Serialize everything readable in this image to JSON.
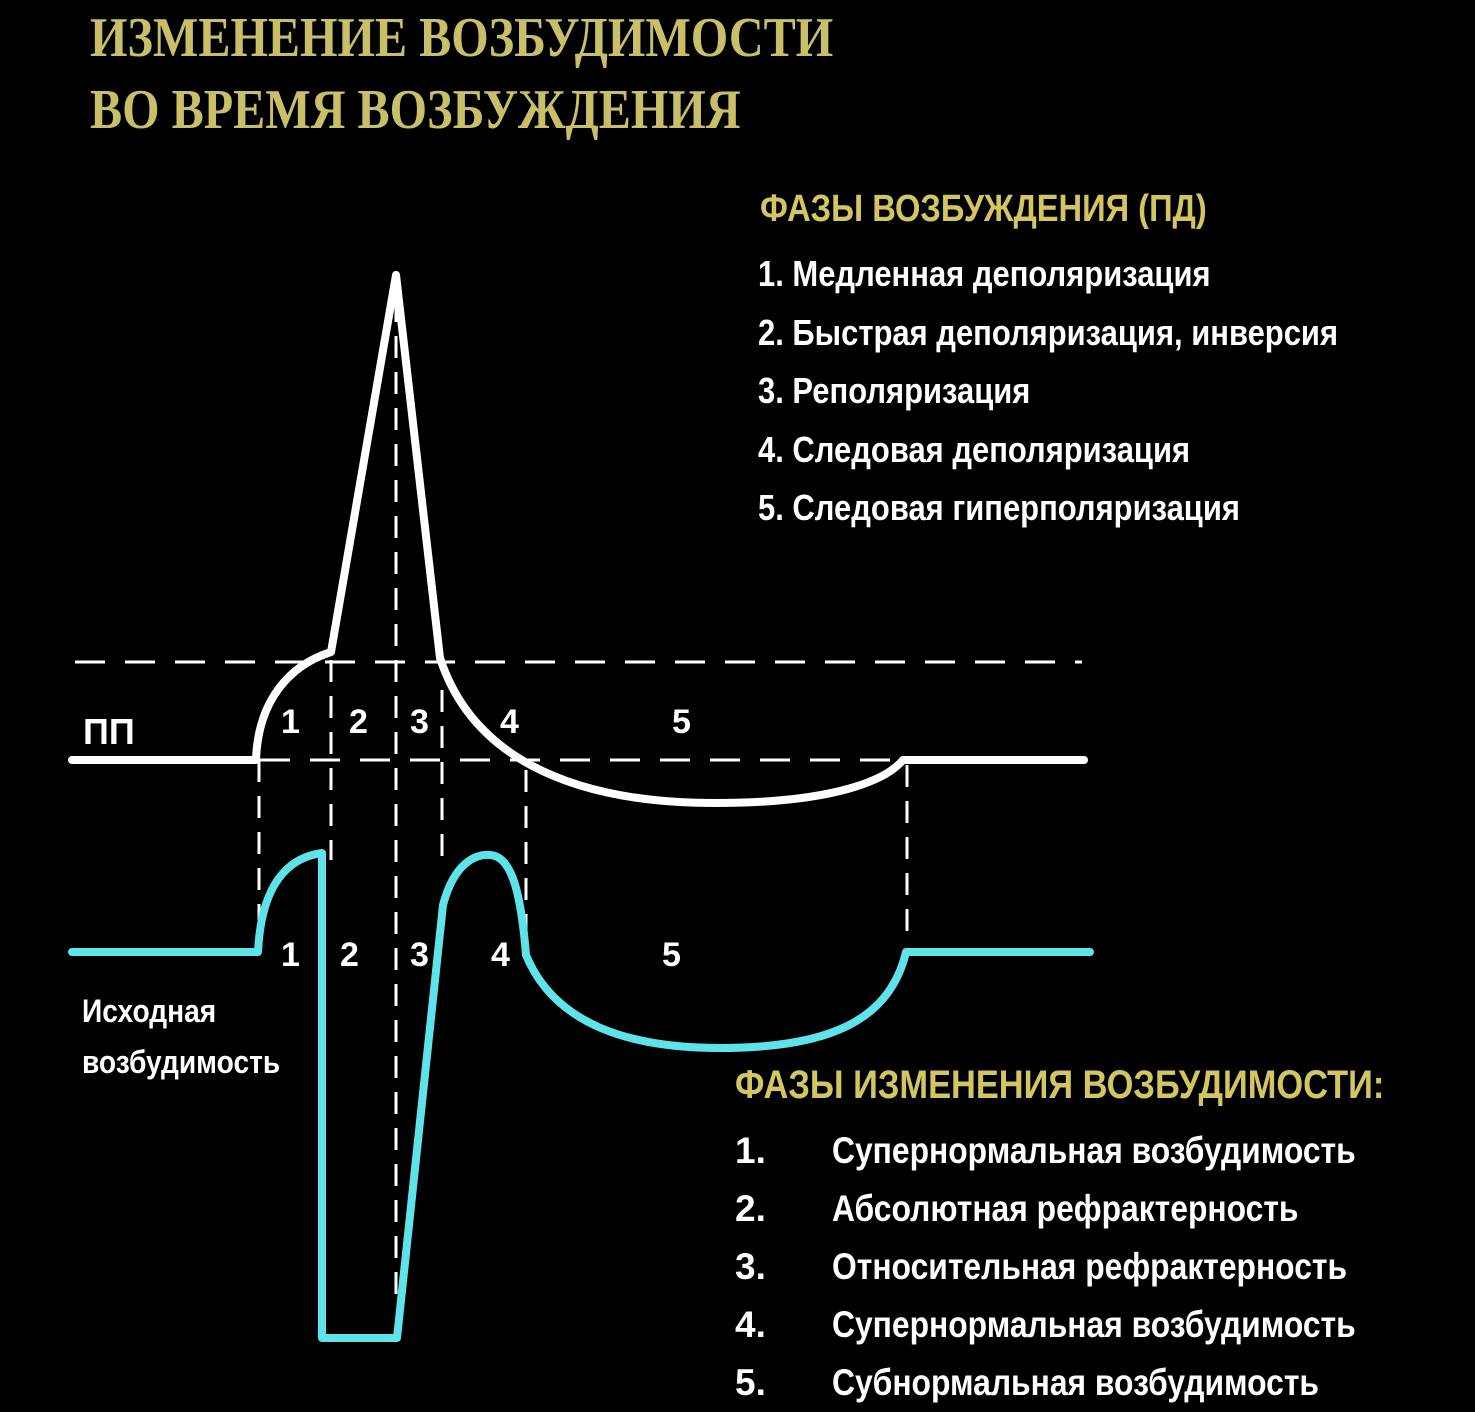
{
  "title": {
    "line1": "ИЗМЕНЕНИЕ ВОЗБУДИМОСТИ",
    "line2": "ВО ВРЕМЯ ВОЗБУЖДЕНИЯ"
  },
  "ap_phases": {
    "heading": "ФАЗЫ ВОЗБУЖДЕНИЯ (ПД)",
    "items": [
      "1. Медленная деполяризация",
      "2. Быстрая деполяризация, инверсия",
      "3. Реполяризация",
      "4. Следовая деполяризация",
      "5. Следовая гиперполяризация"
    ]
  },
  "excitability_phases": {
    "heading": "ФАЗЫ ИЗМЕНЕНИЯ   ВОЗБУДИМОСТИ:",
    "items": [
      {
        "num": "1.",
        "text": "Супернормальная возбудимость"
      },
      {
        "num": "2.",
        "text": "Абсолютная рефрактерность"
      },
      {
        "num": "3.",
        "text": "Относительная рефрактерность"
      },
      {
        "num": "4.",
        "text": "Супернормальная возбудимость"
      },
      {
        "num": "5.",
        "text": "Субнормальная возбудимость"
      }
    ]
  },
  "diagram": {
    "resting_potential_label": "ПП",
    "baseline_excitability_label_line1": "Исходная",
    "baseline_excitability_label_line2": "возбудимость",
    "ap_phase_numbers": [
      "1",
      "2",
      "3",
      "4",
      "5"
    ],
    "excitability_phase_numbers": [
      "1",
      "2",
      "3",
      "4",
      "5"
    ],
    "colors": {
      "action_potential_curve": "#ffffff",
      "excitability_curve": "#5fe3ea",
      "heading": "#d2c562",
      "title": "#c9bf68"
    }
  }
}
